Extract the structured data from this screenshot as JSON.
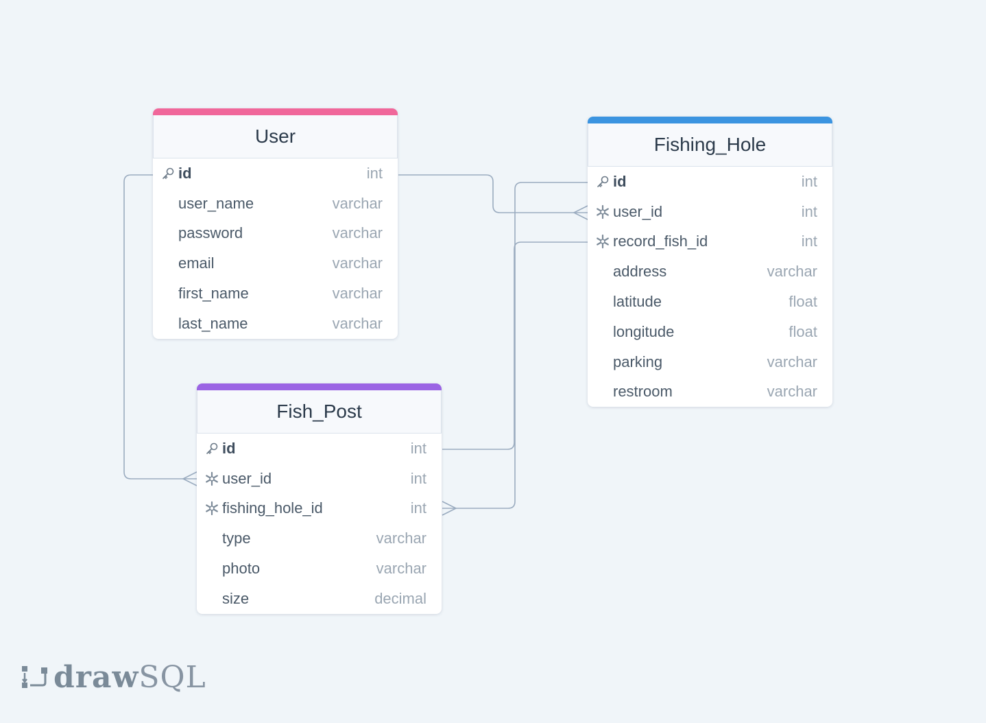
{
  "colors": {
    "background": "#f0f5f9",
    "edge": "#9aabbf",
    "user_bar": "#f0679a",
    "fishing_hole_bar": "#3b94e0",
    "fish_post_bar": "#9b64e4"
  },
  "tables": [
    {
      "key": "user",
      "name": "User",
      "bar_color": "#f0679a",
      "fields": [
        {
          "name": "id",
          "type": "int",
          "icon": "key-icon",
          "pk": true
        },
        {
          "name": "user_name",
          "type": "varchar",
          "icon": "",
          "pk": false
        },
        {
          "name": "password",
          "type": "varchar",
          "icon": "",
          "pk": false
        },
        {
          "name": "email",
          "type": "varchar",
          "icon": "",
          "pk": false
        },
        {
          "name": "first_name",
          "type": "varchar",
          "icon": "",
          "pk": false
        },
        {
          "name": "last_name",
          "type": "varchar",
          "icon": "",
          "pk": false
        }
      ]
    },
    {
      "key": "fishing_hole",
      "name": "Fishing_Hole",
      "bar_color": "#3b94e0",
      "fields": [
        {
          "name": "id",
          "type": "int",
          "icon": "key-icon",
          "pk": true
        },
        {
          "name": "user_id",
          "type": "int",
          "icon": "foreign-key-icon",
          "pk": false
        },
        {
          "name": "record_fish_id",
          "type": "int",
          "icon": "foreign-key-icon",
          "pk": false
        },
        {
          "name": "address",
          "type": "varchar",
          "icon": "",
          "pk": false
        },
        {
          "name": "latitude",
          "type": "float",
          "icon": "",
          "pk": false
        },
        {
          "name": "longitude",
          "type": "float",
          "icon": "",
          "pk": false
        },
        {
          "name": "parking",
          "type": "varchar",
          "icon": "",
          "pk": false
        },
        {
          "name": "restroom",
          "type": "varchar",
          "icon": "",
          "pk": false
        }
      ]
    },
    {
      "key": "fish_post",
      "name": "Fish_Post",
      "bar_color": "#9b64e4",
      "fields": [
        {
          "name": "id",
          "type": "int",
          "icon": "key-icon",
          "pk": true
        },
        {
          "name": "user_id",
          "type": "int",
          "icon": "foreign-key-icon",
          "pk": false
        },
        {
          "name": "fishing_hole_id",
          "type": "int",
          "icon": "foreign-key-icon",
          "pk": false
        },
        {
          "name": "type",
          "type": "varchar",
          "icon": "",
          "pk": false
        },
        {
          "name": "photo",
          "type": "varchar",
          "icon": "",
          "pk": false
        },
        {
          "name": "size",
          "type": "decimal",
          "icon": "",
          "pk": false
        }
      ]
    }
  ],
  "relations": [
    {
      "from": "user.id",
      "to": "fishing_hole.user_id",
      "cardinality": "one-to-many"
    },
    {
      "from": "user.id",
      "to": "fish_post.user_id",
      "cardinality": "one-to-many"
    },
    {
      "from": "fish_post.id",
      "to": "fishing_hole.record_fish_id",
      "cardinality": "one-to-one"
    },
    {
      "from": "fishing_hole.id",
      "to": "fish_post.fishing_hole_id",
      "cardinality": "one-to-many"
    }
  ],
  "logo": {
    "bold_text": "draw",
    "light_text": "SQL",
    "icon": "drawsql-logo-icon"
  }
}
